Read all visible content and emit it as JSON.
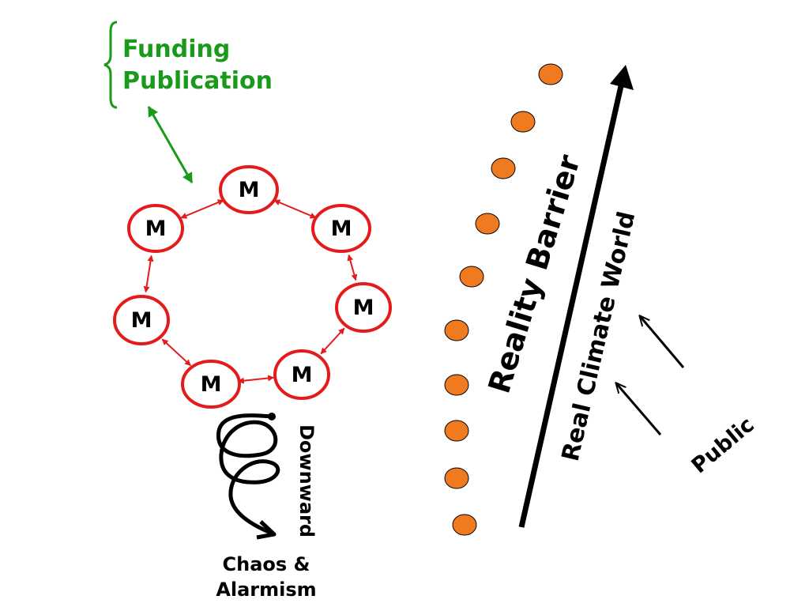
{
  "labels": {
    "funding": "Funding",
    "publication": "Publication",
    "downward": "Downward",
    "chaos_line1": "Chaos &",
    "chaos_line2": "Alarmism",
    "reality_barrier": "Reality Barrier",
    "real_climate_world": "Real Climate World",
    "public": "Public"
  },
  "ring_nodes": [
    {
      "label": "M"
    },
    {
      "label": "M"
    },
    {
      "label": "M"
    },
    {
      "label": "M"
    },
    {
      "label": "M"
    },
    {
      "label": "M"
    },
    {
      "label": "M"
    }
  ],
  "colors": {
    "node_stroke": "#e31b1b",
    "node_arrows": "#e31b1b",
    "funding_text": "#1a9a1a",
    "funding_arrow": "#1a9a1a",
    "barrier_dots": "#f07a1f",
    "main_arrow": "#000000"
  },
  "barrier_dot_count": 10
}
